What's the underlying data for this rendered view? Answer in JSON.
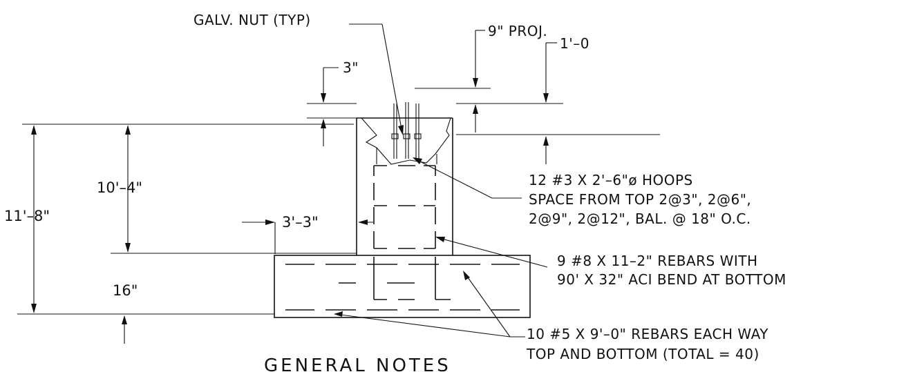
{
  "labels": {
    "galv_nut": "GALV. NUT (TYP)",
    "proj": "9\" PROJ.",
    "one_foot": "1'–0",
    "three_inch": "3\"",
    "dim_10_4": "10'–4\"",
    "dim_11_8": "11'–8\"",
    "dim_3_3": "3'–3\"",
    "dim_16": "16\"",
    "hoops_line1": "12 #3 X 2'–6\"ø HOOPS",
    "hoops_line2": "SPACE FROM TOP 2@3\", 2@6\",",
    "hoops_line3": "2@9\", 2@12\", BAL. @ 18\" O.C.",
    "rebar8_line1": "9 #8 X 11–2\"  REBARS WITH",
    "rebar8_line2": "90' X 32\" ACI BEND AT BOTTOM",
    "rebar5_line1": "10 #5 X 9'–0\"  REBARS EACH WAY",
    "rebar5_line2": "TOP AND BOTTOM (TOTAL = 40)",
    "general_notes": "GENERAL  NOTES"
  }
}
